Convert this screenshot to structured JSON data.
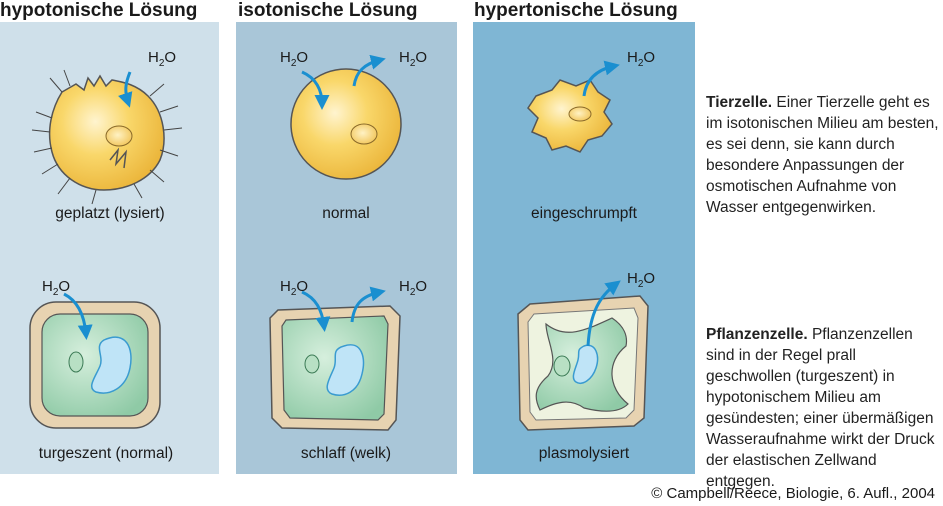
{
  "columns": [
    {
      "title": "hypotonische Lösung",
      "animal_caption": "geplatzt (lysiert)",
      "plant_caption": "turgeszent (normal)"
    },
    {
      "title": "isotonische Lösung",
      "animal_caption": "normal",
      "plant_caption": "schlaff (welk)"
    },
    {
      "title": "hypertonische Lösung",
      "animal_caption": "eingeschrumpft",
      "plant_caption": "plasmolysiert"
    }
  ],
  "water_label": {
    "main": "H",
    "sub": "2",
    "tail": "O"
  },
  "side_text": {
    "animal_heading": "Tierzelle.",
    "animal_body": " Einer Tierzelle geht es im isotonischen Milieu am besten, es sei denn, sie kann durch besondere Anpassungen der osmotischen Aufnahme von Wasser entgegenwirken.",
    "plant_heading": "Pflanzenzelle.",
    "plant_body": " Pflanzenzellen sind in der Regel prall geschwollen (turgeszent) in hypotonischem Milieu am gesündesten; einer übermäßigen Wasseraufnahme wirkt der Druck der elastischen Zellwand entgegen."
  },
  "credit": "© Campbell/Reece, Biologie, 6. Aufl., 2004",
  "colors": {
    "hypotonic_bg": "#cfe0ea",
    "isotonic_bg": "#a9c6d8",
    "hypertonic_bg": "#7fb6d4",
    "animal_cell": "#f7c948",
    "plant_wall": "#e7d3b1",
    "plant_cytoplasm": "#9fd3b3",
    "vacuole": "#bfe4f7",
    "arrow": "#1a8fd0"
  }
}
